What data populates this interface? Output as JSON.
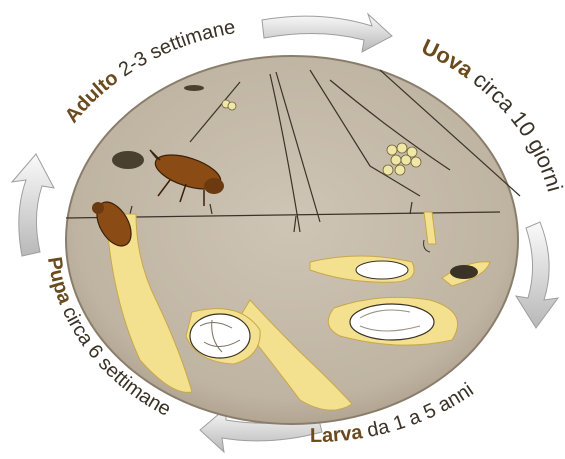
{
  "colors": {
    "background": "#ffffff",
    "disc_fill": "#c4b9a8",
    "disc_edge": "#8a7d6c",
    "label_brown": "#6b4a1e",
    "label_text": "#3a3226",
    "arrow_light": "#f4f4f4",
    "arrow_dark": "#9e9e9e",
    "larva_tunnel": "#f3e190",
    "larva_tunnel_edge": "#c9a748",
    "beetle": "#8a4b14",
    "egg": "#efe6a8"
  },
  "stages": [
    {
      "name": "Uova",
      "detail": " circa 10 giorni"
    },
    {
      "name": "Larva",
      "detail": " da 1 a 5 anni"
    },
    {
      "name": "Pupa",
      "detail": " circa 6 settimane"
    },
    {
      "name": "Adulto",
      "detail": " 2-3 settimane"
    }
  ],
  "icons": {
    "cycle_arrow": "curved-gray-arrow",
    "beetle": "woodworm-beetle-illustration",
    "eggs": "egg-cluster-illustration",
    "larva": "larva-illustration",
    "pupa": "pupa-illustration"
  }
}
